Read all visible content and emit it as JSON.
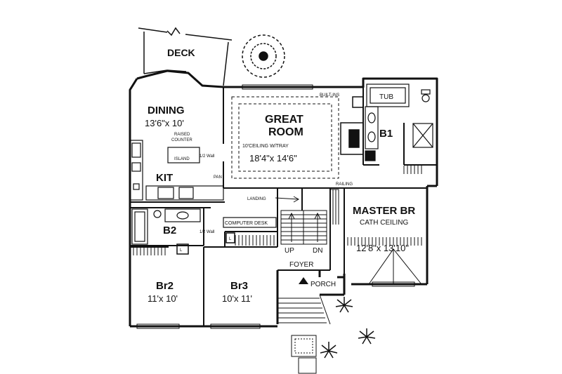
{
  "rooms": {
    "deck": "DECK",
    "dining": {
      "name": "DINING",
      "size": "13'6\"x 10'"
    },
    "raised_counter_1": "RAISED",
    "raised_counter_2": "COUNTER",
    "island": "ISLAND",
    "half_wall_1": "1/2 Wall",
    "half_wall_2": "1/2 Wall",
    "kit": "KIT",
    "pan": "PAN",
    "great_room": {
      "name_1": "GREAT",
      "name_2": "ROOM",
      "ceiling": "10'CEILING W/TRAY",
      "size": "18'4\"x 14'6\""
    },
    "built_ins": "BUILT-INS",
    "tub": "TUB",
    "b1": "B1",
    "railing": "RAILING",
    "landing": "LANDING",
    "master": {
      "name": "MASTER BR",
      "ceiling": "CATH CEILING",
      "size": "12'8\"x 13'10\""
    },
    "b2": "B2",
    "computer_desk": "COMPUTER DESK",
    "up": "UP",
    "dn": "DN",
    "foyer": "FOYER",
    "porch": "PORCH",
    "br2": {
      "name": "Br2",
      "size": "11'x 10'"
    },
    "br3": {
      "name": "Br3",
      "size": "10'x 11'"
    },
    "closet_l": "L"
  }
}
